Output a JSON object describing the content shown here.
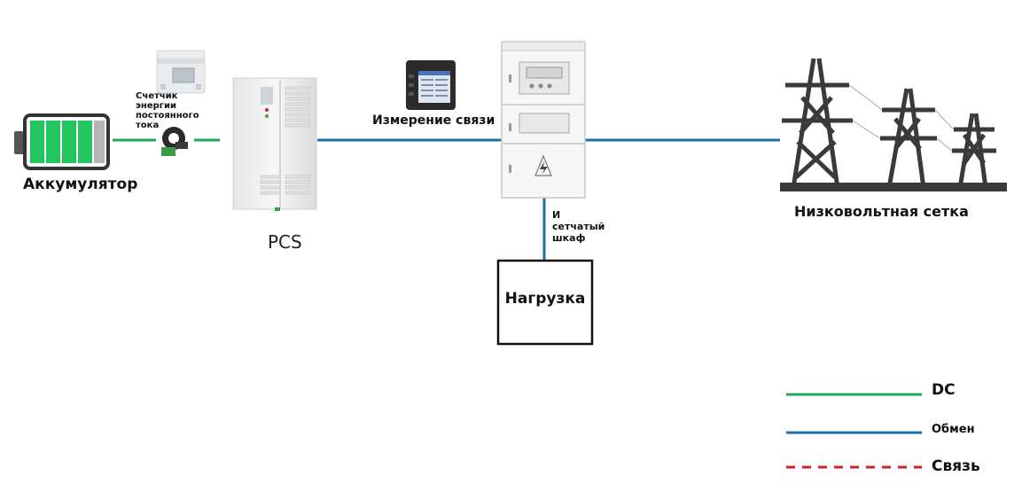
{
  "colors": {
    "dc": "#1fa85a",
    "exchange": "#1f6fa8",
    "communication": "#d62020",
    "battery_cell": "#22c55e",
    "tower": "#3a3a3a"
  },
  "labels": {
    "battery": "Аккумулятор",
    "dc_meter": "Счетчик энергии постоянного тока",
    "pcs": "PCS",
    "comm_measure": "Измерение связи",
    "cabinet": "И сетчатый шкаф",
    "load": "Нагрузка",
    "grid": "Низковольтная сетка"
  },
  "legend": {
    "dc": "DC",
    "exchange": "Обмен",
    "communication": "Связь"
  },
  "icons": {
    "battery": "battery-icon",
    "dc_meter": "din-rail-meter-icon",
    "current_sensor": "current-sensor-icon",
    "pcs": "pcs-cabinet-icon",
    "power_meter": "power-meter-icon",
    "grid_cabinet": "switchgear-cabinet-icon",
    "towers": "transmission-tower-icon"
  }
}
